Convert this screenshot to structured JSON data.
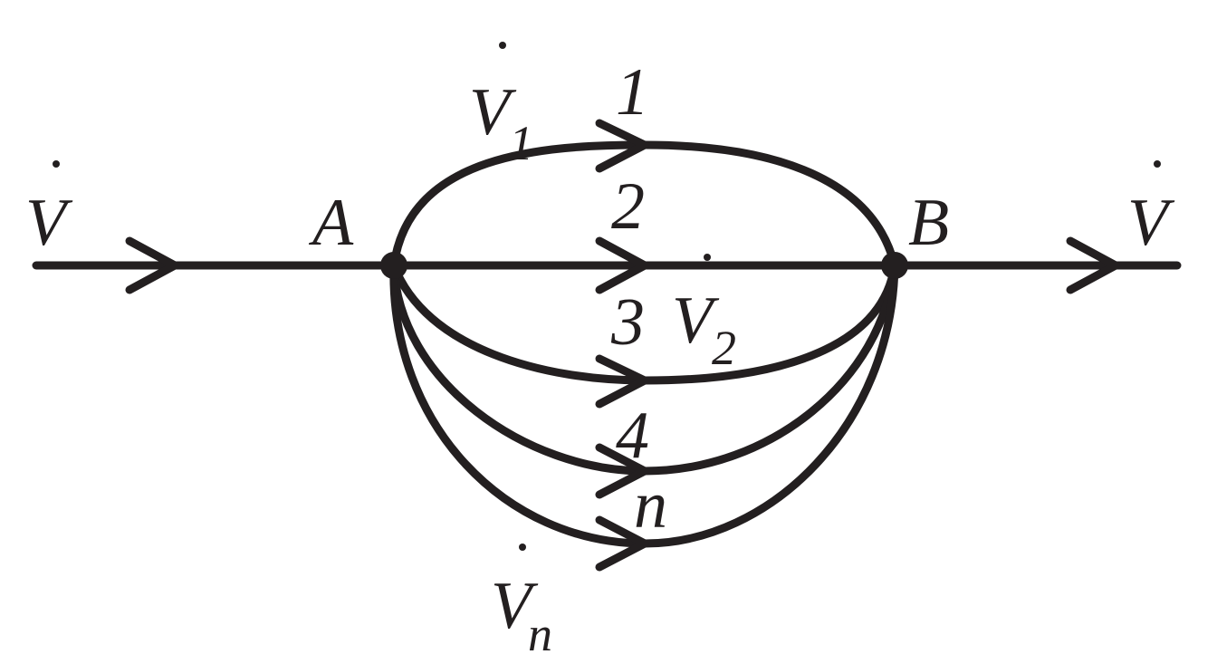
{
  "colors": {
    "ink": "#231f20",
    "background": "#ffffff"
  },
  "labels": {
    "inlet_flow": "V",
    "outlet_flow": "V",
    "node_a": "A",
    "node_b": "B",
    "branch_1": "1",
    "branch_2": "2",
    "branch_3": "3",
    "branch_4": "4",
    "branch_n": "n",
    "flow_1": "V",
    "flow_1_sub": "1",
    "flow_2": "V",
    "flow_2_sub": "2",
    "flow_n": "V",
    "flow_n_sub": "n"
  }
}
